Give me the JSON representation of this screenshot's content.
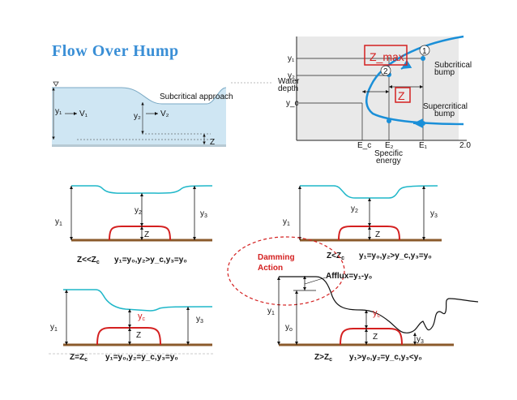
{
  "slide_title": "Flow Over Hump",
  "photo_left": {
    "y1": "y₁",
    "v1": "V₁",
    "y2": "y₂",
    "v2": "V₂",
    "subcritical_label": "Subcritical approach",
    "z": "Z"
  },
  "specific_energy_chart": {
    "ylabel_line1": "Water",
    "ylabel_line2": "depth",
    "xlabel_line1": "Specific",
    "xlabel_line2": "energy",
    "y_ticks": [
      "y₁",
      "y₂",
      "y_c"
    ],
    "x_ticks": [
      "E_c",
      "E₂",
      "E₁",
      "2.0"
    ],
    "zmax_label": "Z_max",
    "z_label": "Z",
    "point1": "1",
    "point2": "2",
    "subcritical_bump": [
      "Subcritical",
      "bump"
    ],
    "supercritical_bump": [
      "Supercritical",
      "bump"
    ]
  },
  "panel_tl": {
    "y1": "y",
    "y1_sub": "1",
    "y2": "y",
    "y2_sub": "2",
    "y3": "y",
    "y3_sub": "3",
    "z": "Z",
    "caption_a": "Z<<Z",
    "caption_a_sub": "c",
    "caption_b": "y₁=y₀,y₂>y_c,y₃=y₀"
  },
  "panel_tr": {
    "y1": "y",
    "y1_sub": "1",
    "y2": "y",
    "y2_sub": "2",
    "y3": "y",
    "y3_sub": "3",
    "z": "Z",
    "caption_a": "Z<Z",
    "caption_a_sub": "c",
    "caption_b": "y₁=y₀,y₂>y_c,y₃=y₀"
  },
  "panel_bl": {
    "y1": "y",
    "y1_sub": "1",
    "yc": "y",
    "yc_sub": "c",
    "y3": "y",
    "y3_sub": "3",
    "z": "Z",
    "caption_a": "Z=Z",
    "caption_a_sub": "c",
    "caption_b": "y₁=y₀,y₂=y_c,y₃=y₀"
  },
  "panel_br": {
    "damming_line1": "Damming",
    "damming_line2": "Action",
    "afflux": "Afflux=y₁-y₀",
    "y1": "y",
    "y1_sub": "1",
    "yo": "y",
    "yo_sub": "o",
    "yc": "y",
    "yc_sub": "c",
    "y3": "y",
    "y3_sub": "3",
    "z": "Z",
    "caption_a": "Z>Z",
    "caption_a_sub": "c",
    "caption_b": "y₁>y₀,y₂=y_c,y₃<y₀"
  },
  "colors": {
    "title": "#3a8fd6",
    "water_surface": "#1fb7c9",
    "channel_bed": "#8b5a2b",
    "hump": "#d42020",
    "curve": "#1a8fd8",
    "photo_water": "#cfe6f3",
    "chart_bg": "#e9e9e9"
  }
}
